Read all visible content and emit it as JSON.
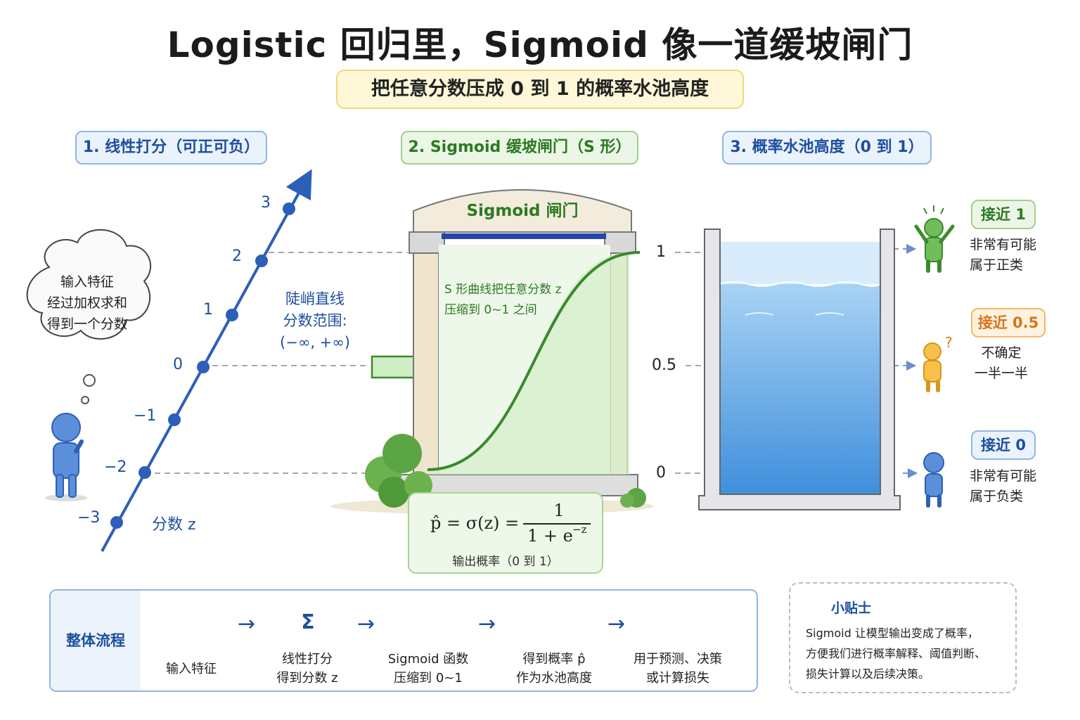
{
  "title": "Logistic 回归里，Sigmoid 像一道缓坡闸门",
  "subtitle": "把任意分数压成 0 到 1 的概率水池高度",
  "steps": [
    {
      "label": "1. 线性打分（可正可负）"
    },
    {
      "label": "2. Sigmoid 缓坡闸门（S 形）"
    },
    {
      "label": "3. 概率水池高度（0 到 1）"
    }
  ],
  "thought": {
    "line1": "输入特征",
    "line2": "经过加权求和",
    "line3": "得到一个分数"
  },
  "number_line": {
    "ticks": [
      "3",
      "2",
      "1",
      "0",
      "−1",
      "−2",
      "−3"
    ],
    "axis_label": "分数 z",
    "note_line1": "陡峭直线",
    "note_line2": "分数范围:",
    "note_line3": "(−∞, +∞)"
  },
  "gate": {
    "sign": "Sigmoid 闸门",
    "note_line1": "S 形曲线把任意分数 z",
    "note_line2": "压缩到 0~1 之间",
    "y_labels": [
      "1",
      "0.5",
      "0"
    ],
    "formula_lhs": "p̂ = σ(z) =",
    "formula_num": "1",
    "formula_den": "1 + e",
    "formula_exp": "−z",
    "formula_caption": "输出概率（0 到 1）"
  },
  "levels": [
    {
      "tag": "接近 1",
      "desc_line1": "非常有可能",
      "desc_line2": "属于正类",
      "color": "#5fae4a"
    },
    {
      "tag": "接近 0.5",
      "desc_line1": "不确定",
      "desc_line2": "一半一半",
      "color": "#f0b030"
    },
    {
      "tag": "接近 0",
      "desc_line1": "非常有可能",
      "desc_line2": "属于负类",
      "color": "#4a82d8"
    }
  ],
  "flow": {
    "heading": "整体流程",
    "steps": [
      {
        "line1": "输入特征",
        "line2": ""
      },
      {
        "line1": "线性打分",
        "line2": "得到分数 z"
      },
      {
        "line1": "Sigmoid 函数",
        "line2": "压缩到 0~1"
      },
      {
        "line1": "得到概率  p̂",
        "line2": "作为水池高度"
      },
      {
        "line1": "用于预测、决策",
        "line2": "或计算损失"
      }
    ],
    "arrow": "→",
    "sigma_symbol": "Σ"
  },
  "tip": {
    "title": "小贴士",
    "line1": "Sigmoid 让模型输出变成了概率，",
    "line2": "方便我们进行概率解释、阈值判断、",
    "line3": "损失计算以及后续决策。"
  },
  "colors": {
    "blue": "#1d4f9e",
    "line_blue": "#2c5fb8",
    "green": "#2c7a22",
    "curve_green": "#3a8a2c",
    "water": "#5aa8e8",
    "orange": "#d9751a"
  }
}
